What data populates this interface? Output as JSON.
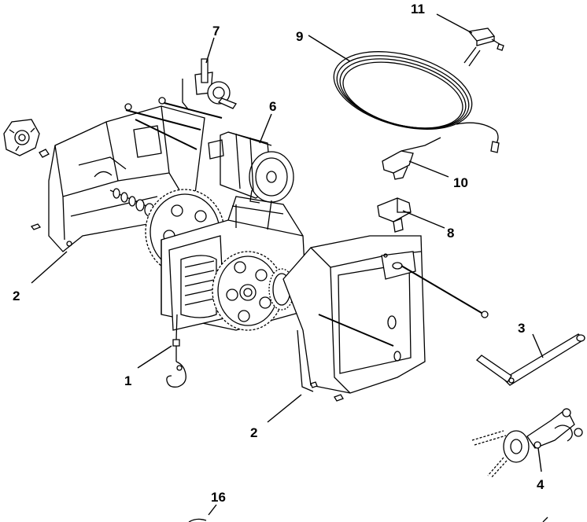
{
  "callouts": {
    "c1": "1",
    "c2a": "2",
    "c2b": "2",
    "c3": "3",
    "c4": "4",
    "c6": "6",
    "c7": "7",
    "c8": "8",
    "c9": "9",
    "c10": "10",
    "c11": "11",
    "c16": "16"
  }
}
